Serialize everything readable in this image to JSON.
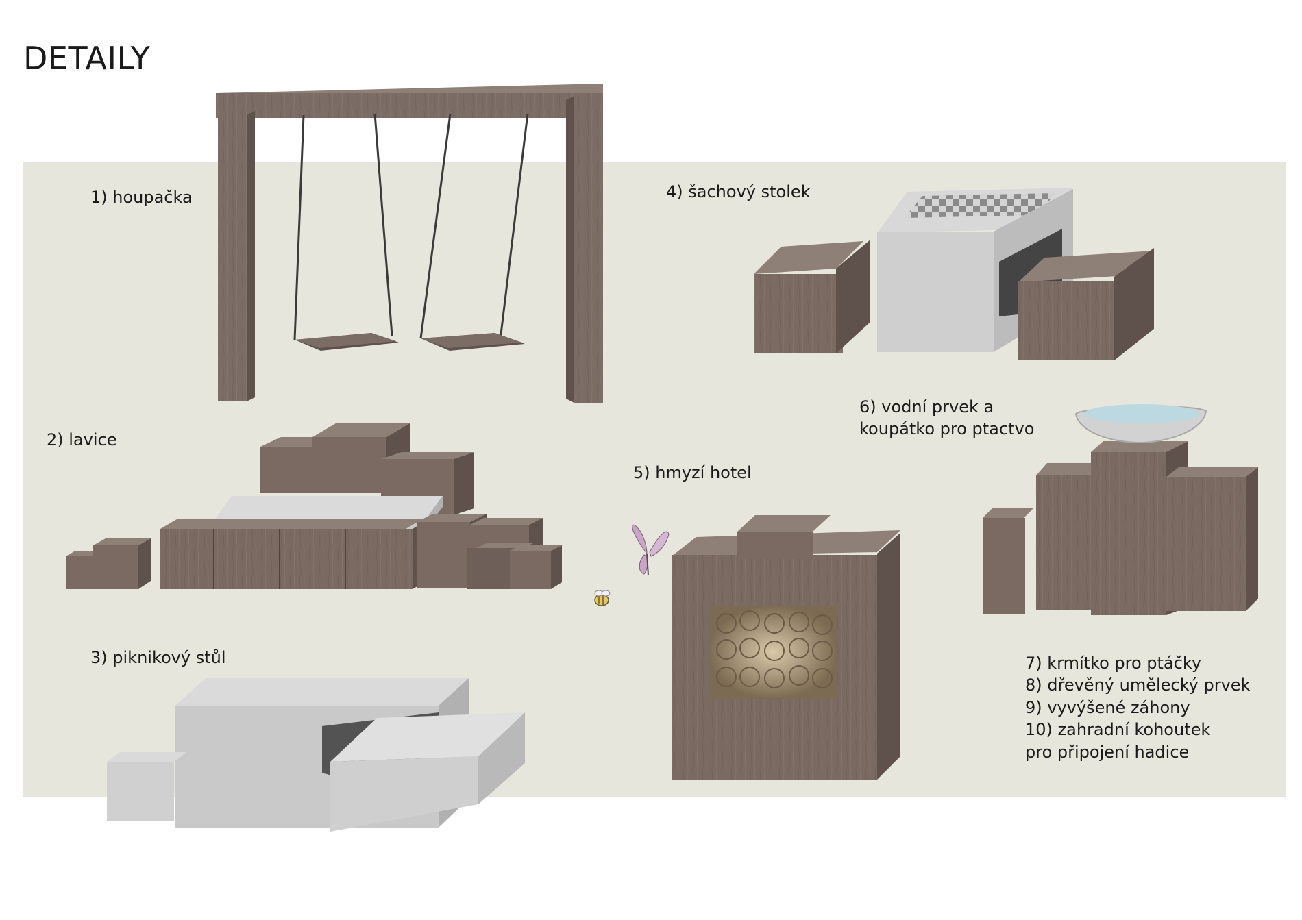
{
  "page": {
    "title": "DETAILY"
  },
  "items": {
    "swing": "1) houpačka",
    "bench": "2) lavice",
    "picnic_table": "3) piknikový stůl",
    "chess_table": "4) šachový stolek",
    "insect_hotel": "5) hmyzí hotel",
    "water_feature_line1": "6) vodní prvek a",
    "water_feature_line2": "koupátko pro ptactvo",
    "bird_feeder": "7) krmítko pro ptáčky",
    "wooden_art": "8) dřevěný umělecký prvek",
    "raised_beds": "9) vyvýšené záhony",
    "garden_tap_line1": "10) zahradní kohoutek",
    "garden_tap_line2": "pro připojení hadice"
  },
  "colors": {
    "panel": "#e6e6dc",
    "wood_front": "#7a6a62",
    "wood_side": "#5f524c",
    "wood_top": "#8e7f77",
    "stone_front": "#c9c9c9",
    "stone_side": "#b1b1b1",
    "stone_top": "#dadada",
    "frame": "#7b6c65",
    "water": "#bcd8e0"
  }
}
